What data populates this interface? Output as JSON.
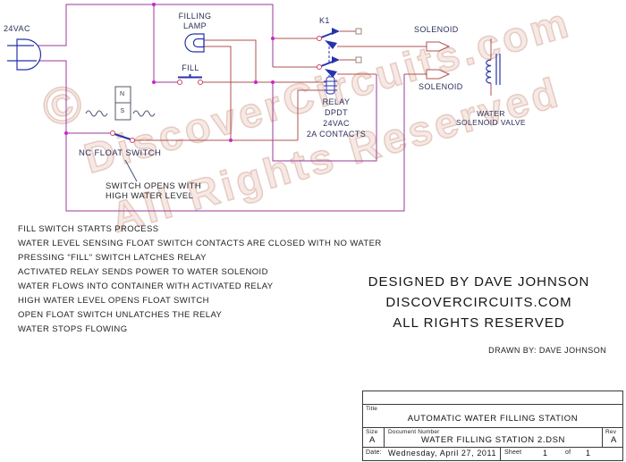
{
  "schematic": {
    "source_label": "24VAC",
    "filling_lamp_label": "FILLING\nLAMP",
    "fill_label": "FILL",
    "relay_ref": "K1",
    "relay_specs": "RELAY\nDPDT\n24VAC\n2A CONTACTS",
    "solenoid_top_label": "SOLENOID",
    "solenoid_bottom_label": "SOLENOID",
    "valve_label": "WATER\nSOLENOID VALVE",
    "float_switch_label": "NC FLOAT SWITCH",
    "float_switch_note": "SWITCH OPENS WITH\nHIGH WATER LEVEL",
    "magnet_north": "N",
    "magnet_south": "S"
  },
  "notes": [
    "FILL SWITCH STARTS PROCESS",
    "WATER LEVEL SENSING FLOAT SWITCH CONTACTS ARE CLOSED WITH NO WATER",
    "PRESSING \"FILL\" SWITCH LATCHES RELAY",
    "ACTIVATED RELAY SENDS POWER TO WATER SOLENOID",
    "WATER FLOWS INTO CONTAINER WITH ACTIVATED RELAY",
    "HIGH WATER LEVEL OPENS FLOAT SWITCH",
    "OPEN FLOAT SWITCH UNLATCHES THE RELAY",
    "WATER STOPS FLOWING"
  ],
  "credits": {
    "line1": "DESIGNED BY DAVE JOHNSON",
    "line2": "DISCOVERCIRCUITS.COM",
    "line3": "ALL RIGHTS RESERVED",
    "drawn_by": "DRAWN BY:  DAVE JOHNSON"
  },
  "watermark": {
    "copyright": "©",
    "line1": "DiscoverCircuits.com",
    "line2": "All Rights Reserved"
  },
  "title_block": {
    "title_label": "Title",
    "title": "AUTOMATIC WATER FILLING STATION",
    "size_label": "Size",
    "size": "A",
    "doc_label": "Document Number",
    "doc_number": "WATER FILLING STATION 2.DSN",
    "rev_label": "Rev",
    "rev": "A",
    "date_label": "Date:",
    "date": "Wednesday, April 27, 2011",
    "sheet_label": "Sheet",
    "sheet": "1",
    "of_label": "of",
    "total": "1"
  },
  "colors": {
    "wire_purple": "#993a99",
    "wire_red": "#b05050",
    "symbol_blue": "#2633aa",
    "contact_red": "#cc4466",
    "junction_dot": "#cc22cc"
  }
}
